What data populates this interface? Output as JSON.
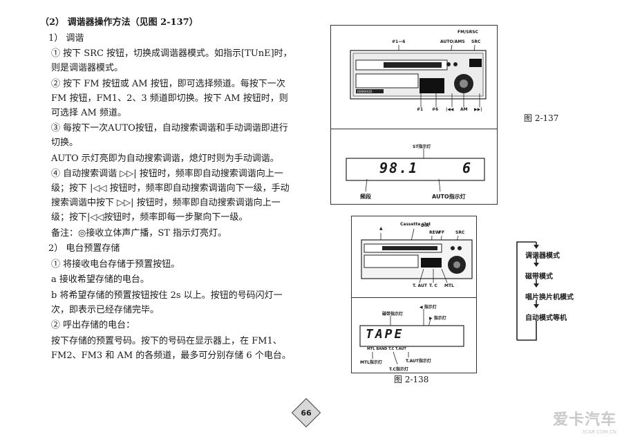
{
  "text": {
    "heading": "（2）  调谐器操作方法（见图 2-137）",
    "sub1": "1）  调谐",
    "p1": "① 按下 SRC 按钮，切换成调谐器模式。如指示[TUnE]时，则是调谐器模式。",
    "p2": "② 按下 FM 按钮或 AM 按钮，即可选择频道。每按下一次 FM 按钮，FM1、2、3 频道即切换。按下 AM 按钮时，则可选择 AM 频道。",
    "p3": "③ 每按下一次AUTO按钮，自动搜索调谐和手动调谐即进行切换。",
    "p4": "AUTO 示灯亮即为自动搜索调谐，熄灯时则为手动调谐。",
    "p5": "④ 自动搜索调谐 ▷▷| 按钮时，频率即自动搜索调谐向上一级；按下 |◁◁ 按钮时，频率即自动搜索调谐向下一级，手动搜索调谐中按下 ▷▷| 按钮时，频率即自动搜索调谐向上一级；按下|◁◁按钮时，频率即每一步聚向下一级。",
    "note": "备注：◎接收立体声广播，ST 指示灯亮灯。",
    "sub2": "2）  电台预置存储",
    "p6": "① 将接收电台存储于预置按钮。",
    "p7": "a  接收希望存储的电台。",
    "p8": "b 将希望存储的预置按钮按住 2s 以上。按钮的号码闪灯一次，即表示已经存储完毕。",
    "p9": "②  呼出存储的电台：",
    "p10": "按下存储的预置号码。按下的号码在显示器上，在 FM1、FM2、FM3 和 AM 的各频道，最多可分别存储 6 个电台。"
  },
  "fig137": {
    "caption": "图 2-137",
    "top_labels": {
      "presets": "#1—6",
      "auto_ams": "AUTO/AMS",
      "fm_src_a": "FM/SRSC",
      "src": "SRC"
    },
    "bottom_labels": {
      "p1": "#1",
      "p6": "#6",
      "prev": "|◀◀",
      "am": "AM",
      "next": "▶▶|"
    },
    "brand": "KENWOOD",
    "display": {
      "freq": "98.1",
      "preset": "6",
      "st_label": "ST指示灯",
      "band_tag": "频段",
      "auto_tag": "AUTO指示灯"
    }
  },
  "fig138": {
    "caption": "图 2-138",
    "top_labels": {
      "eject": "▲",
      "cassette_slot": "Cassette slot",
      "rew": "REW",
      "ff": "FF",
      "dir": "DIR",
      "src": "SRC"
    },
    "bottom_labels": {
      "tauto": "T. AUT",
      "tc": "T. C",
      "mtl": "MTL"
    },
    "display": {
      "text": "TAPE",
      "left_tag": "磁带指示灯",
      "arrow_tag": "◀ 指示灯",
      "right_tag": "▶ 指示灯",
      "row_tags": "MTL  BAND  T.C  T.AUT",
      "mtl_tag": "MTL指示灯",
      "auto_tag": "T.AUT指示灯",
      "tc_tag": "T.C指示灯"
    }
  },
  "flowchart": {
    "steps": [
      "调谐器模式",
      "磁带模式",
      "唱片换片机模式",
      "自动模式等机"
    ]
  },
  "page_number": "66",
  "watermark": {
    "line1": "爱卡汽车",
    "line2": "XCAR.COM.CN"
  }
}
